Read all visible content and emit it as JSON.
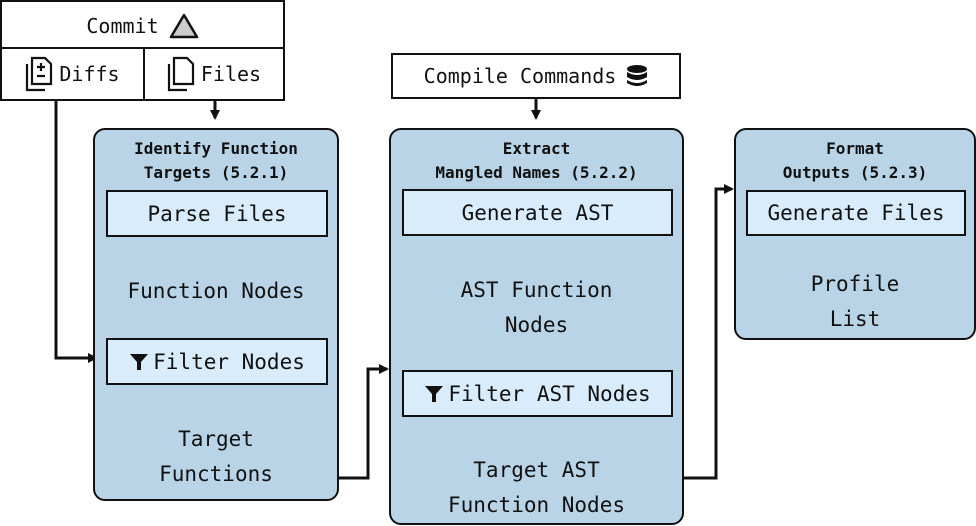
{
  "sources": {
    "commit": {
      "label": "Commit",
      "icon": "warning-triangle-icon"
    },
    "diffs": {
      "label": "Diffs",
      "icon": "diff-document-icon"
    },
    "files": {
      "label": "Files",
      "icon": "files-copy-icon"
    },
    "compile_commands": {
      "label": "Compile Commands",
      "icon": "database-icon"
    }
  },
  "stages": [
    {
      "title": "Identify Function\nTargets (5.2.1)",
      "steps": [
        "Parse Files",
        "Filter Nodes"
      ],
      "nodes": [
        "Function Nodes",
        "Target\nFunctions"
      ]
    },
    {
      "title": "Extract\nMangled Names (5.2.2)",
      "steps": [
        "Generate AST",
        "Filter AST Nodes"
      ],
      "nodes": [
        "AST Function\nNodes",
        "Target AST\nFunction Nodes"
      ]
    },
    {
      "title": "Format\nOutputs (5.2.3)",
      "steps": [
        "Generate Files"
      ],
      "nodes": [
        "Profile\nList"
      ]
    }
  ],
  "colors": {
    "panel": "#b8d4e6",
    "step": "#d9ecfb",
    "stroke": "#111111"
  }
}
